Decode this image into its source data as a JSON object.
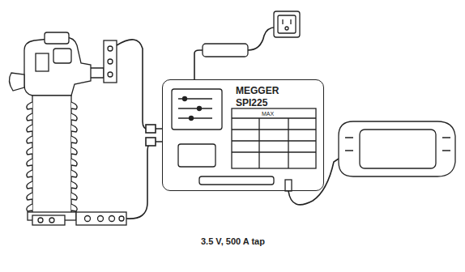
{
  "diagram": {
    "caption": "3.5 V, 500 A tap",
    "nodes": [
      {
        "text": [
          "MEGGER SPI225"
        ]
      }
    ],
    "labels": [
      "MAX"
    ]
  }
}
